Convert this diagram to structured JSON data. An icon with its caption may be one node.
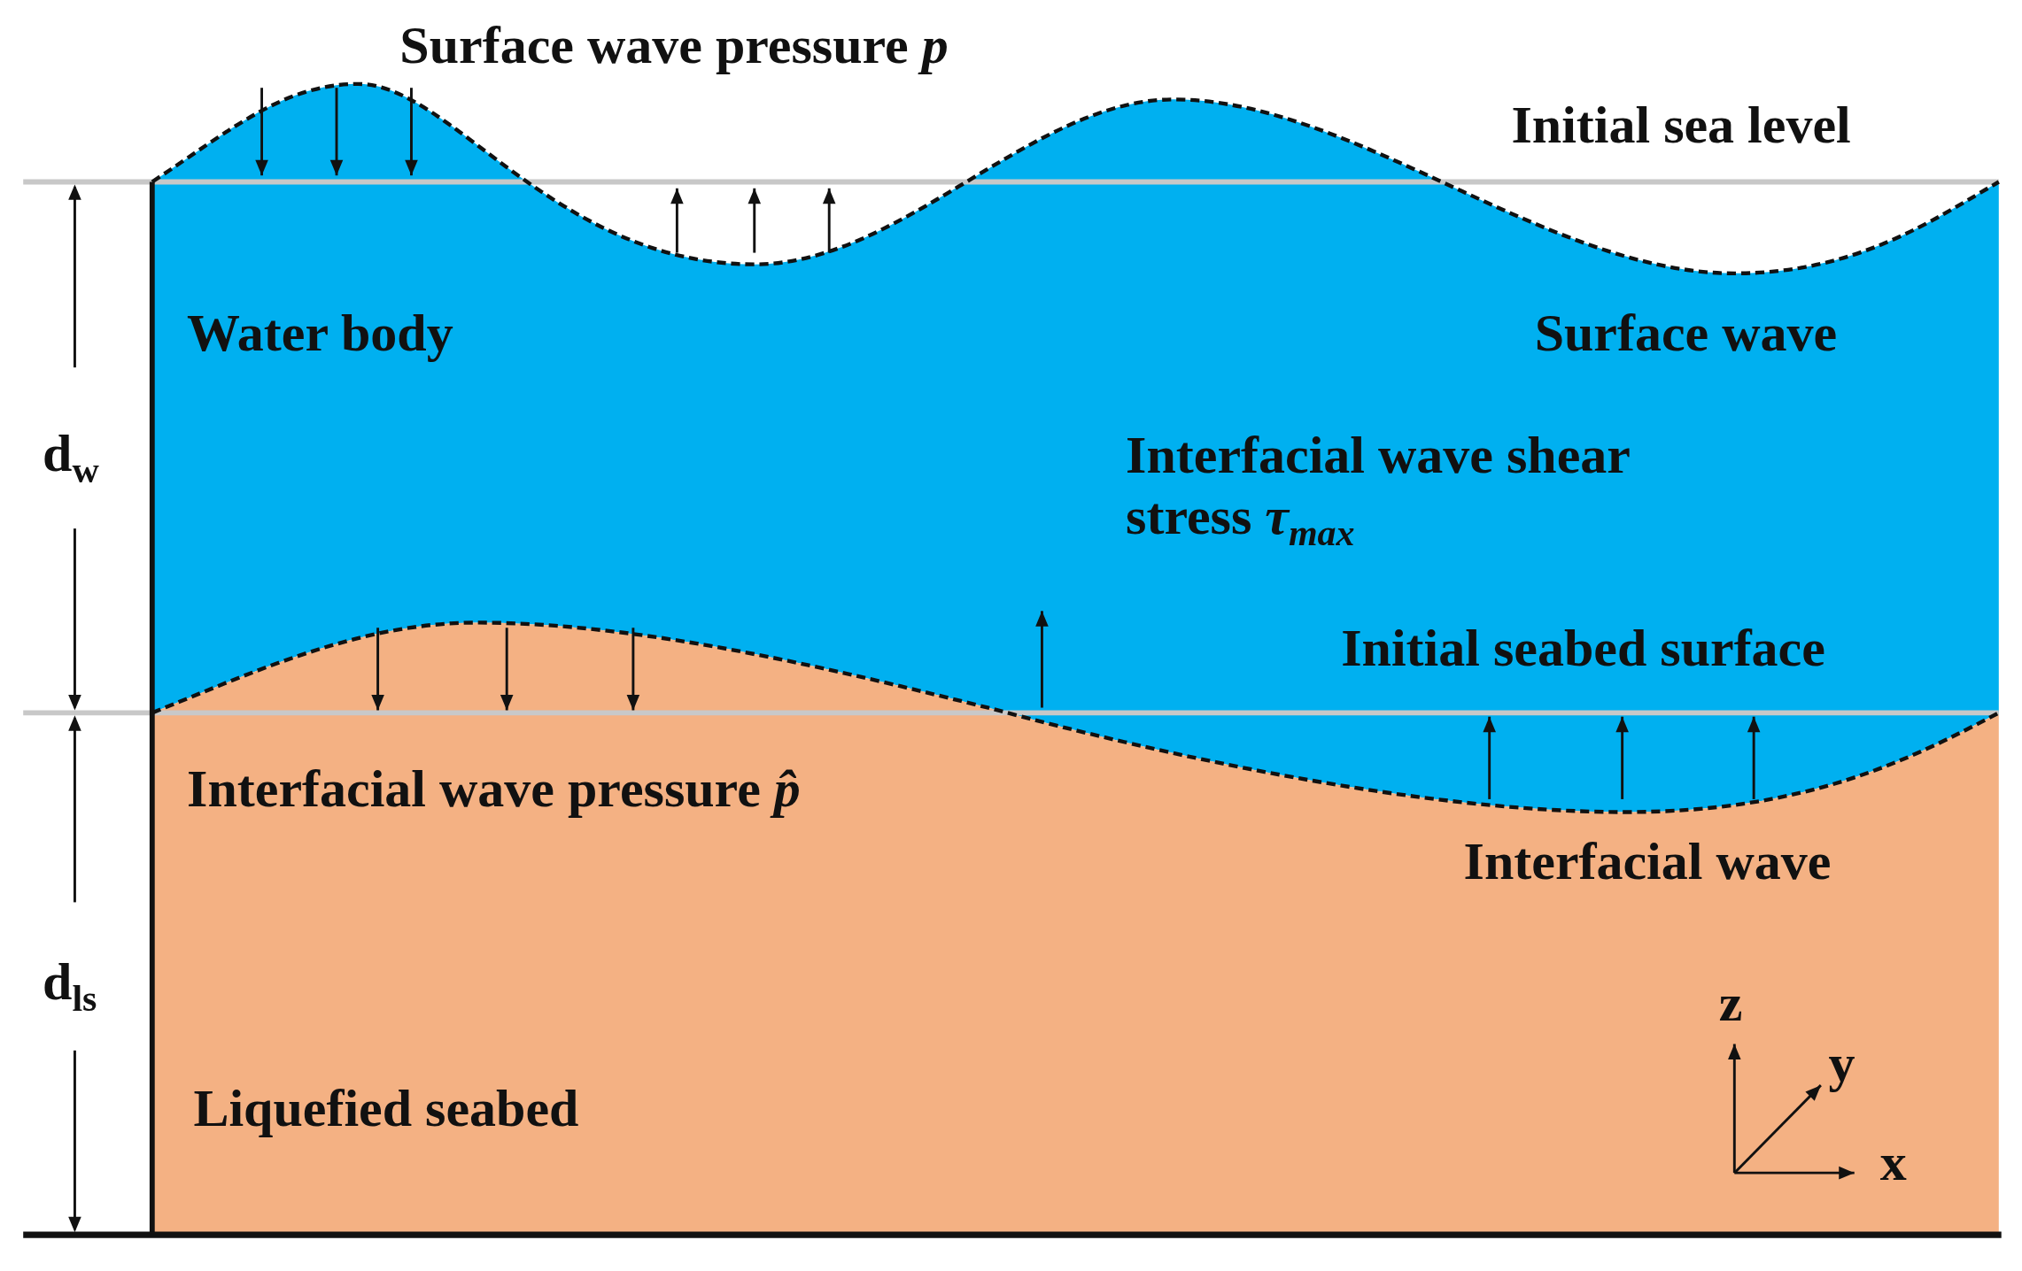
{
  "diagram": {
    "labels": [
      "Surface wave pressure *p*",
      "Initial sea level",
      "Water body",
      "Surface wave",
      "d$_{w}$",
      "Interfacial wave shear stress *τ*$_{max}$",
      "Initial seabed surface",
      "Interfacial wave pressure *p̂*",
      "Interfacial wave",
      "d$_{ls}$",
      "z",
      "y",
      "Liquefied seabed",
      "x"
    ]
  }
}
